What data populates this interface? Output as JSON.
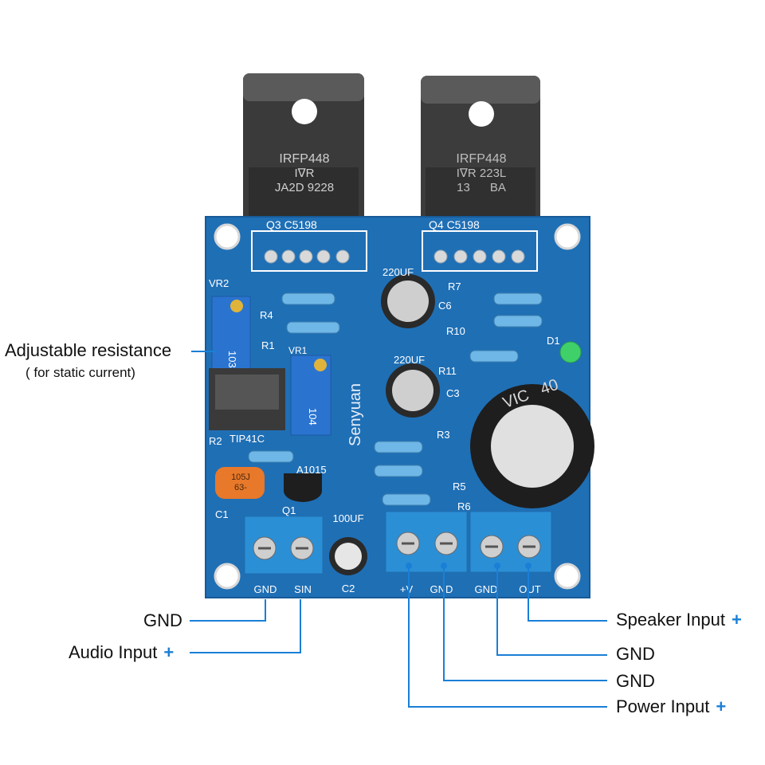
{
  "transistors": {
    "q3": {
      "lines": [
        "IRFP448",
        "I∇R",
        "JA2D 9228"
      ]
    },
    "q4": {
      "lines": [
        "IRFP448",
        "I∇R 223L",
        "13      BA"
      ]
    }
  },
  "board": {
    "silkscreen": {
      "q3": "Q3  C5198",
      "q4": "Q4  C5198",
      "vr2": "VR2",
      "vr1": "VR1",
      "r1": "R1",
      "r2": "R2",
      "r3": "R3",
      "r4": "R4",
      "r5": "R5",
      "r6": "R6",
      "r7": "R7",
      "r10": "R10",
      "r11": "R11",
      "d1": "D1",
      "c1": "C1",
      "c2": "C2",
      "c3": "C3",
      "c6": "C6",
      "q1": "Q1",
      "a1015": "A1015",
      "tip41c": "TIP41C",
      "senyuan": "Senyuan",
      "cap_220uf_top": "220UF",
      "cap_220uf_mid": "220UF",
      "cap_100uf": "100UF",
      "pot_vr2": "103",
      "pot_vr1": "104",
      "film_cap": "105J\n63-",
      "big_cap": "VIC   40"
    },
    "terminals": [
      "GND",
      "SIN",
      "+V",
      "GND",
      "GND",
      "OUT"
    ]
  },
  "callouts": {
    "adjustable_title": "Adjustable resistance",
    "adjustable_sub": "( for static current)",
    "gnd_left": "GND",
    "audio_input": "Audio Input",
    "audio_plus": "+",
    "speaker_input": "Speaker Input",
    "speaker_plus": "+",
    "gnd_right_1": "GND",
    "gnd_right_2": "GND",
    "power_input": "Power Input",
    "power_plus": "+"
  },
  "colors": {
    "pcb": "#1f6fb5",
    "pcb_dark": "#165a96",
    "terminal": "#2b8fd6",
    "line": "#1a7fd6",
    "resistor": "#6fb7e6",
    "transistor": "#3a3a3a",
    "led": "#3fd06a",
    "film_cap": "#e8782a"
  }
}
